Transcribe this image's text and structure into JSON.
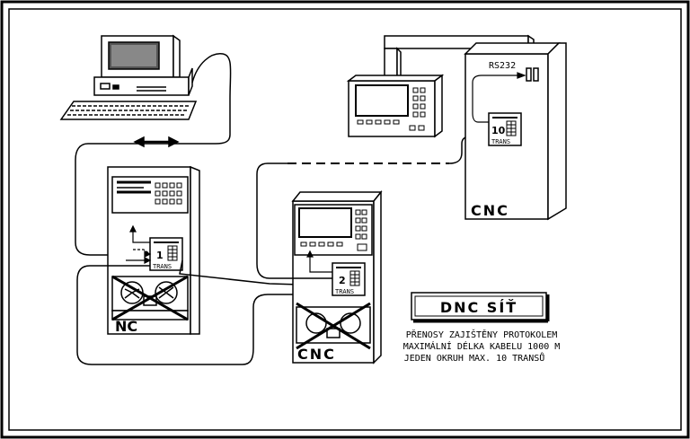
{
  "diagram": {
    "title": "DNC SÍŤ",
    "notes": [
      "PŘENOSY ZAJIŠTĚNY PROTOKOLEM",
      "MAXIMÁLNÍ DÉLKA KABELU 1000 M",
      "JEDEN OKRUH MAX. 10 TRANSŮ"
    ],
    "machines": {
      "nc_label": "NC",
      "cnc_small_label": "CNC",
      "cnc_large_label": "CNC",
      "rs232_label": "RS232"
    },
    "trans_units": [
      {
        "number": "1",
        "label": "TRANS"
      },
      {
        "number": "2",
        "label": "TRANS"
      },
      {
        "number": "10",
        "label": "TRANS"
      }
    ]
  }
}
